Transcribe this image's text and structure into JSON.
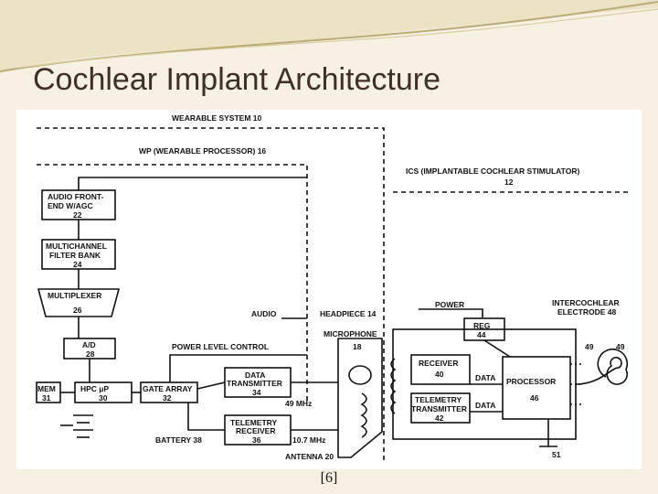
{
  "slide": {
    "title": "Cochlear Implant Architecture",
    "citation": "[6]"
  },
  "diagram": {
    "wearable_system": "WEARABLE SYSTEM 10",
    "wp": "WP (WEARABLE PROCESSOR) 16",
    "ics_line1": "ICS (IMPLANTABLE COCHLEAR STIMULATOR)",
    "ics_num": "12",
    "audio_front_1": "AUDIO FRONT-",
    "audio_front_2": "END W/AGC",
    "audio_front_num": "22",
    "filter_1": "MULTICHANNEL",
    "filter_2": "FILTER BANK",
    "filter_num": "24",
    "mux": "MULTIPLEXER",
    "mux_num": "26",
    "ad": "A/D",
    "ad_num": "28",
    "mem": "MEM",
    "mem_num": "31",
    "hpc": "HPC μP",
    "hpc_num": "30",
    "gate": "GATE ARRAY",
    "gate_num": "32",
    "dtx_1": "DATA",
    "dtx_2": "TRANSMITTER",
    "dtx_num": "34",
    "trx_1": "TELEMETRY",
    "trx_2": "RECEIVER",
    "trx_num": "36",
    "audio": "AUDIO",
    "power_level": "POWER LEVEL CONTROL",
    "freq49": "49 MHz",
    "freq107": "10.7 MHz",
    "battery": "BATTERY 38",
    "antenna": "ANTENNA 20",
    "headpiece": "HEADPIECE 14",
    "microphone": "MICROPHONE",
    "mic_num": "18",
    "power": "POWER",
    "reg": "REG",
    "reg_num": "44",
    "receiver": "RECEIVER",
    "receiver_num": "40",
    "ttx_1": "TELEMETRY",
    "ttx_2": "TRANSMITTER",
    "ttx_num": "42",
    "data1": "DATA",
    "data2": "DATA",
    "processor": "PROCESSOR",
    "processor_num": "46",
    "electrode_1": "INTERCOCHLEAR",
    "electrode_2": "ELECTRODE 48",
    "e49a": "49",
    "e49b": "49",
    "ground": "51"
  },
  "colors": {
    "title": "#3f2f26",
    "header_wave": "#d8cda2",
    "header_wave_dark": "#b9ab78",
    "background": "#f7f1e3"
  }
}
